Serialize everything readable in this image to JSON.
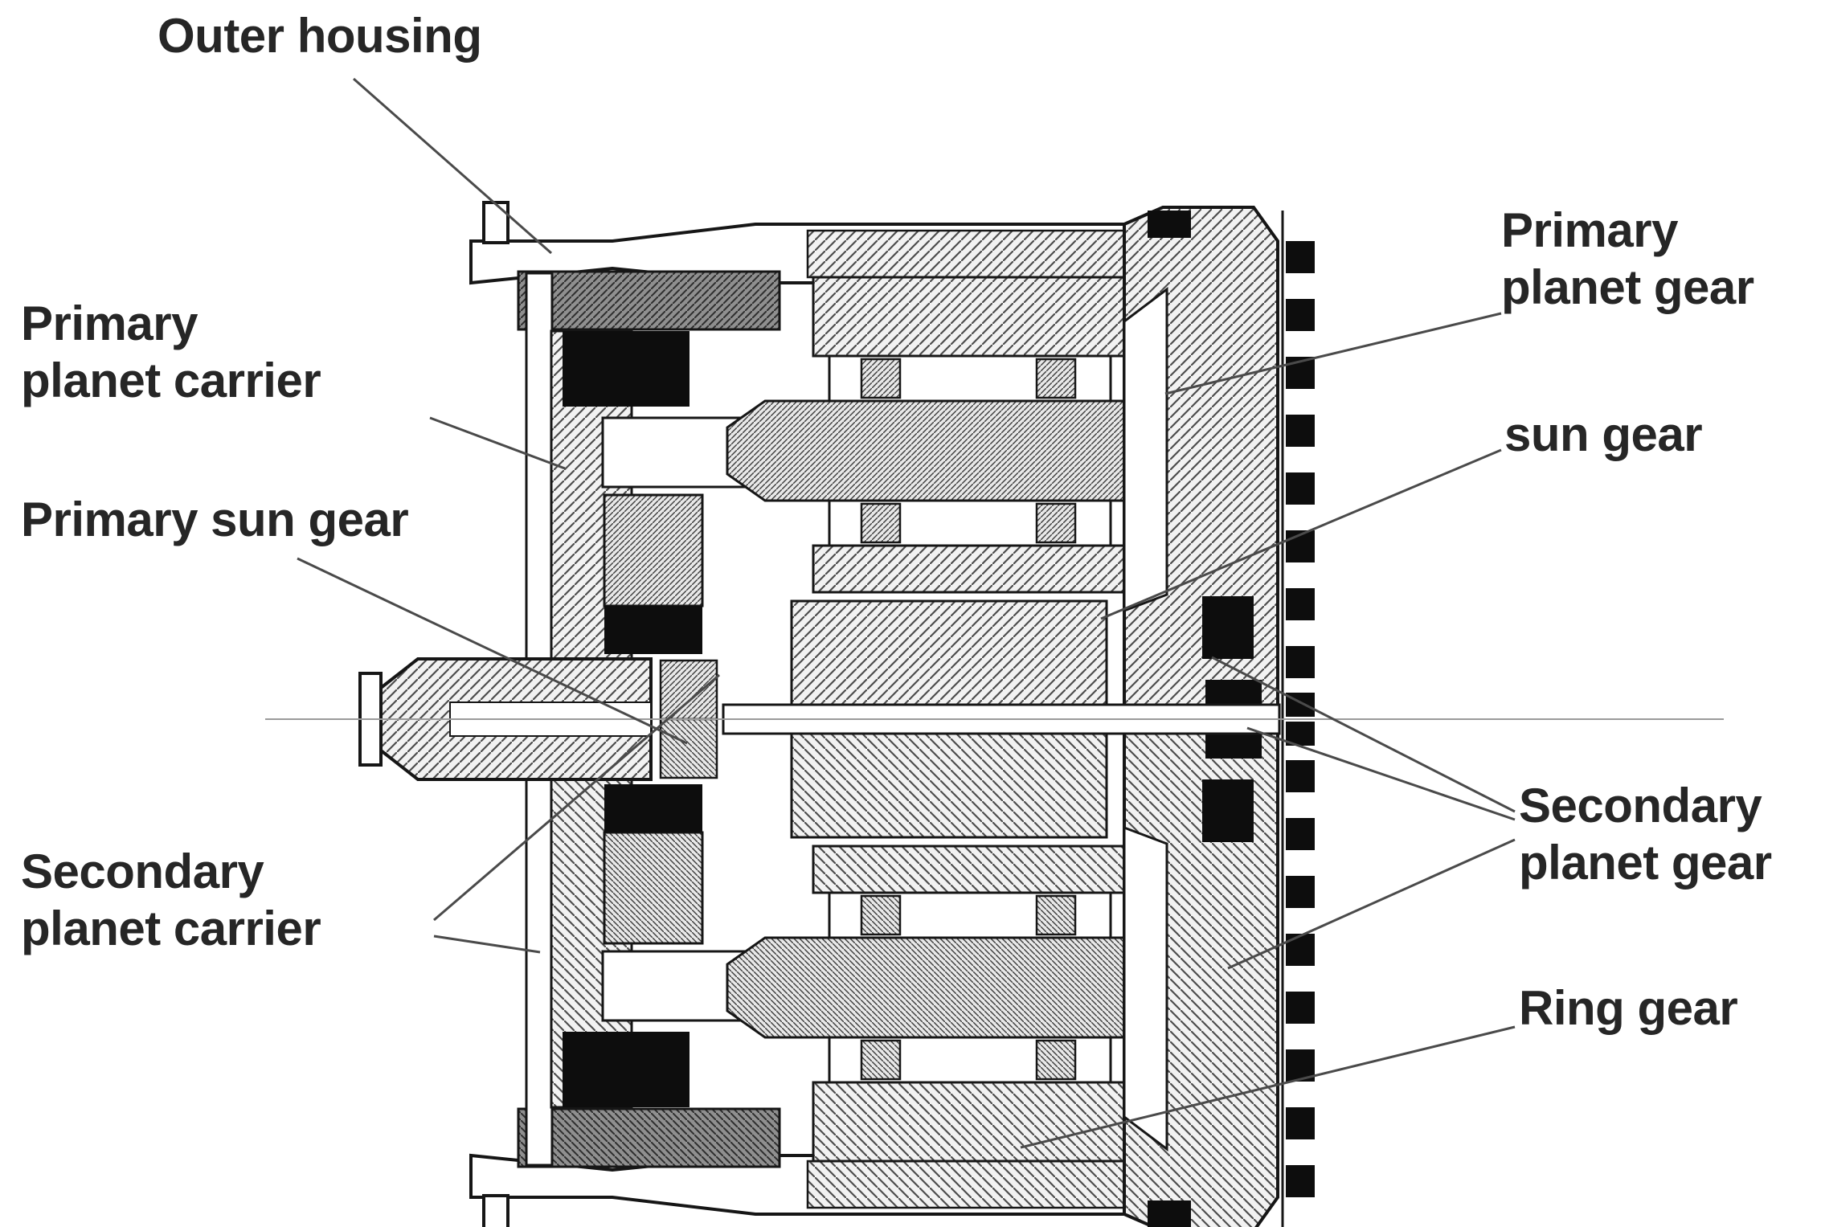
{
  "diagram": {
    "labels": {
      "outer_housing": [
        "Outer housing"
      ],
      "primary_planet_carrier": [
        "Primary",
        "planet carrier"
      ],
      "primary_sun_gear": [
        "Primary sun gear"
      ],
      "secondary_planet_carrier": [
        "Secondary",
        "planet carrier"
      ],
      "primary_planet_gear": [
        "Primary",
        "planet gear"
      ],
      "sun_gear": [
        "sun gear"
      ],
      "secondary_planet_gear": [
        "Secondary",
        "planet gear"
      ],
      "ring_gear": [
        "Ring gear"
      ]
    },
    "colors": {
      "background": "#ffffff",
      "outline": "#161616",
      "label_text": "#262626",
      "leader_line": "#4a4a4a",
      "centerline": "#9a9a9a",
      "fill_black": "#0d0d0d",
      "fill_hatch_light": "#f2f2f2",
      "fill_hatch_dark": "#8f8f8f"
    }
  }
}
